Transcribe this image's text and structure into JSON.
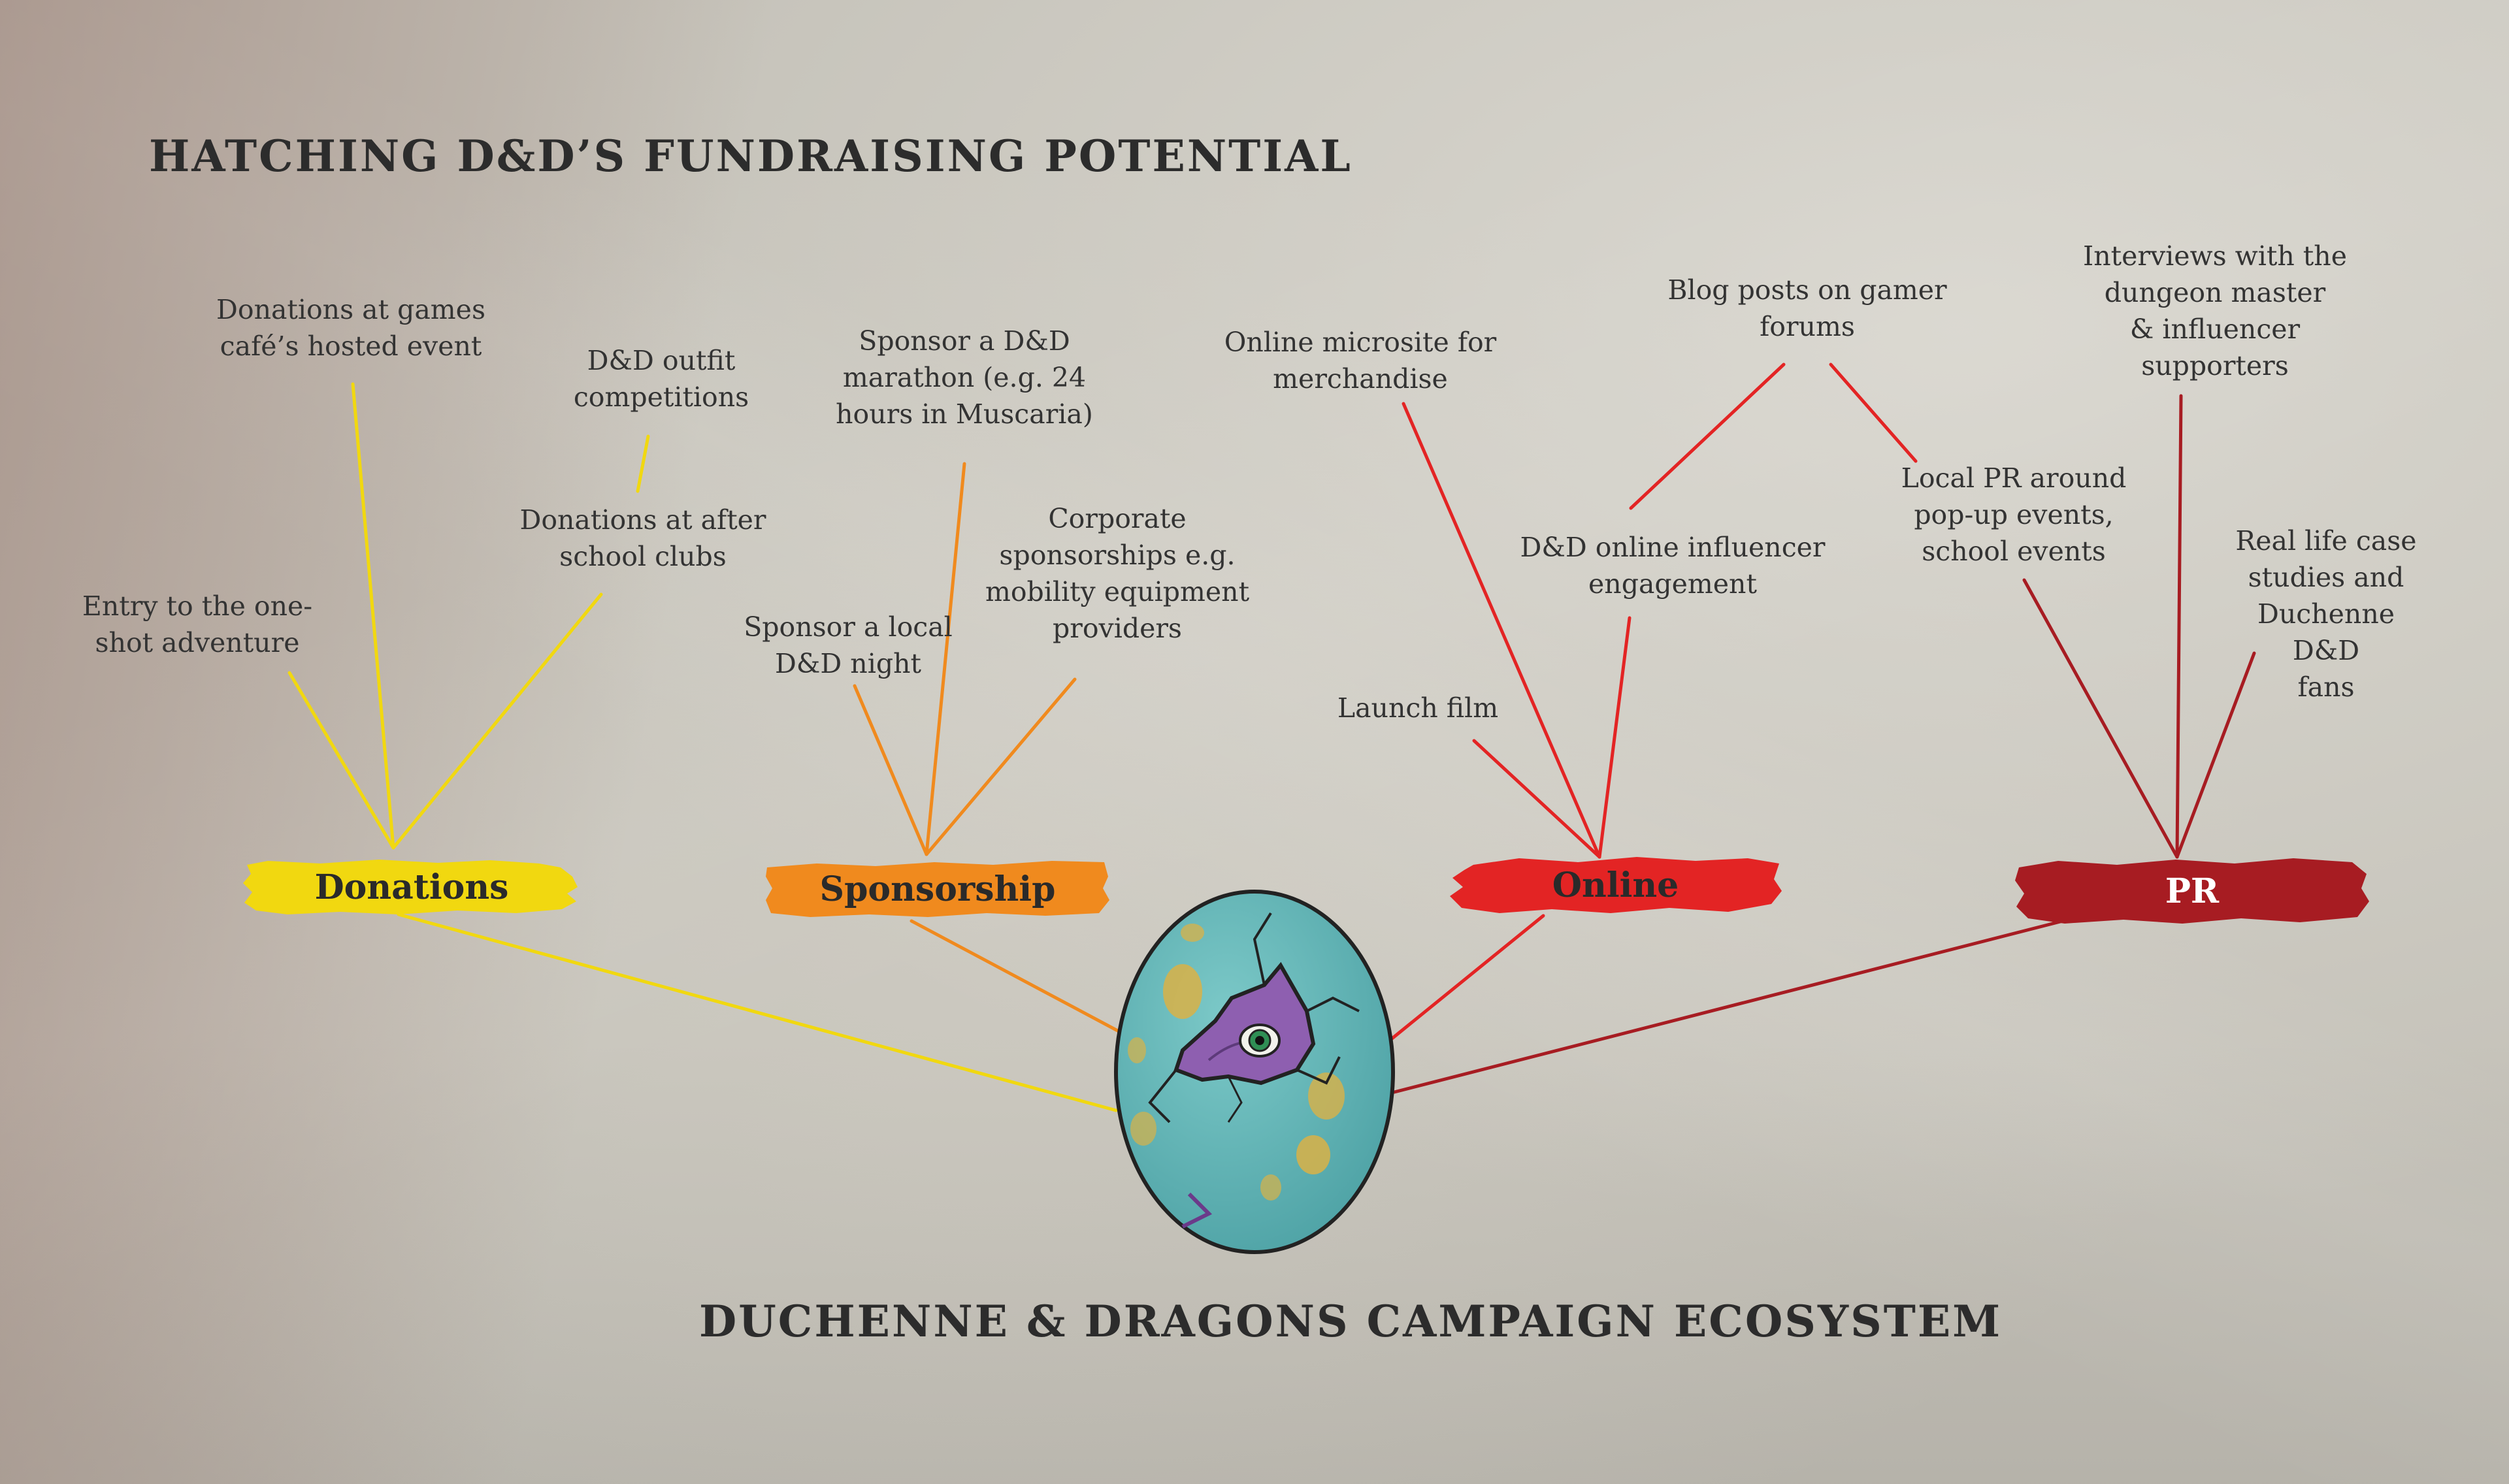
{
  "title": "HATCHING D&D’S FUNDRAISING POTENTIAL",
  "subtitle": "DUCHENNE & DRAGONS CAMPAIGN ECOSYSTEM",
  "colors": {
    "donations": "#f1d810",
    "sponsorship": "#f08a1e",
    "online": "#e32424",
    "pr": "#a71c22"
  },
  "icons": {
    "center": "dragon-egg-icon"
  },
  "categories": {
    "donations": {
      "label": "Donations",
      "items": {
        "games_cafe": "Donations at games\ncafé’s hosted event",
        "outfit": "D&D outfit\ncompetitions",
        "clubs": "Donations at after\nschool clubs",
        "one_shot": "Entry to the one-\nshot adventure"
      }
    },
    "sponsorship": {
      "label": "Sponsorship",
      "items": {
        "marathon": "Sponsor a D&D\nmarathon (e.g. 24\nhours in Muscaria)",
        "corporate": "Corporate\nsponsorships e.g.\nmobility equipment\nproviders",
        "local_night": "Sponsor a local\nD&D night"
      }
    },
    "online": {
      "label": "Online",
      "items": {
        "microsite": "Online microsite for\nmerchandise",
        "blog": "Blog posts on gamer\nforums",
        "influencer": "D&D online influencer\nengagement",
        "film": "Launch film"
      }
    },
    "pr": {
      "label": "PR",
      "items": {
        "interviews": "Interviews with the\ndungeon master\n& influencer\nsupporters",
        "local_pr": "Local PR around\npop-up events,\nschool events",
        "case_studies": "Real life case\nstudies and\nDuchenne D&D\nfans"
      }
    }
  }
}
